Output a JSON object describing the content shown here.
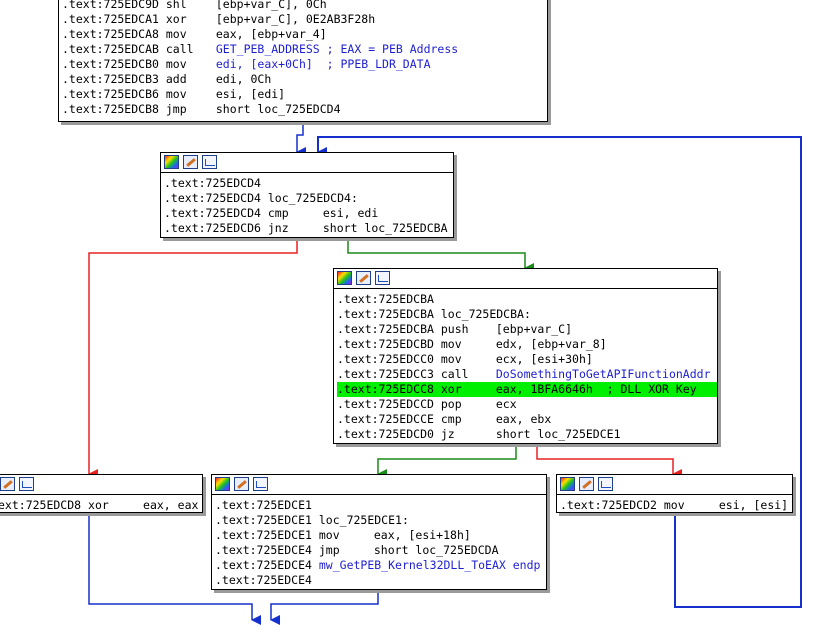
{
  "colors": {
    "blue_edge": "#1530cc",
    "green_edge": "#1a8a1a",
    "red_edge": "#e82020",
    "highlight": "#00ee00"
  },
  "toolbar_icons": [
    "color-palette-icon",
    "rename-pencil-icon",
    "graph-overview-icon"
  ],
  "block_top": {
    "lines": [
      {
        "addr": ".text:725EDC9D",
        "mnem": "shl",
        "ops": "[ebp+var_C], 0Ch"
      },
      {
        "addr": ".text:725EDCA1",
        "mnem": "xor",
        "ops": "[ebp+var_C], 0E2AB3F28h"
      },
      {
        "addr": ".text:725EDCA8",
        "mnem": "mov",
        "ops": "eax, [ebp+var_4]"
      },
      {
        "addr": ".text:725EDCAB",
        "mnem": "call",
        "ops": "GET_PEB_ADDRESS ; EAX = PEB Address"
      },
      {
        "addr": ".text:725EDCB0",
        "mnem": "mov",
        "ops": "edi, [eax+0Ch]  ; PPEB_LDR_DATA"
      },
      {
        "addr": ".text:725EDCB3",
        "mnem": "add",
        "ops": "edi, 0Ch"
      },
      {
        "addr": ".text:725EDCB6",
        "mnem": "mov",
        "ops": "esi, [edi]"
      },
      {
        "addr": ".text:725EDCB8",
        "mnem": "jmp",
        "ops": "short loc_725EDCD4"
      }
    ]
  },
  "block_cd4": {
    "lines": [
      {
        "addr": ".text:725EDCD4",
        "mnem": "",
        "ops": ""
      },
      {
        "addr": ".text:725EDCD4",
        "mnem": "loc_725EDCD4:",
        "ops": ""
      },
      {
        "addr": ".text:725EDCD4",
        "mnem": "cmp",
        "ops": "esi, edi"
      },
      {
        "addr": ".text:725EDCD6",
        "mnem": "jnz",
        "ops": "short loc_725EDCBA"
      }
    ]
  },
  "block_cba": {
    "lines": [
      {
        "addr": ".text:725EDCBA",
        "mnem": "",
        "ops": ""
      },
      {
        "addr": ".text:725EDCBA",
        "mnem": "loc_725EDCBA:",
        "ops": ""
      },
      {
        "addr": ".text:725EDCBA",
        "mnem": "push",
        "ops": "[ebp+var_C]"
      },
      {
        "addr": ".text:725EDCBD",
        "mnem": "mov",
        "ops": "edx, [ebp+var_8]"
      },
      {
        "addr": ".text:725EDCC0",
        "mnem": "mov",
        "ops": "ecx, [esi+30h]"
      },
      {
        "addr": ".text:725EDCC3",
        "mnem": "call",
        "ops": "DoSomethingToGetAPIFunctionAddr"
      },
      {
        "addr": ".text:725EDCC8",
        "mnem": "xor",
        "ops": "eax, 1BFA6646h  ; DLL XOR Key"
      },
      {
        "addr": ".text:725EDCCD",
        "mnem": "pop",
        "ops": "ecx"
      },
      {
        "addr": ".text:725EDCCE",
        "mnem": "cmp",
        "ops": "eax, ebx"
      },
      {
        "addr": ".text:725EDCD0",
        "mnem": "jz",
        "ops": "short loc_725EDCE1"
      }
    ]
  },
  "block_cd8": {
    "lines": [
      {
        "addr": "ext:725EDCD8",
        "mnem": "xor",
        "ops": "eax, eax"
      }
    ]
  },
  "block_ce1": {
    "lines": [
      {
        "addr": ".text:725EDCE1",
        "mnem": "",
        "ops": ""
      },
      {
        "addr": ".text:725EDCE1",
        "mnem": "loc_725EDCE1:",
        "ops": ""
      },
      {
        "addr": ".text:725EDCE1",
        "mnem": "mov",
        "ops": "eax, [esi+18h]"
      },
      {
        "addr": ".text:725EDCE4",
        "mnem": "jmp",
        "ops": "short loc_725EDCDA"
      },
      {
        "addr": ".text:725EDCE4",
        "mnem": "mw_GetPEB_Kernel32DLL_ToEAX endp",
        "ops": ""
      },
      {
        "addr": ".text:725EDCE4",
        "mnem": "",
        "ops": ""
      }
    ]
  },
  "block_cd2": {
    "lines": [
      {
        "addr": ".text:725EDCD2",
        "mnem": "mov",
        "ops": "esi, [esi]"
      }
    ]
  }
}
